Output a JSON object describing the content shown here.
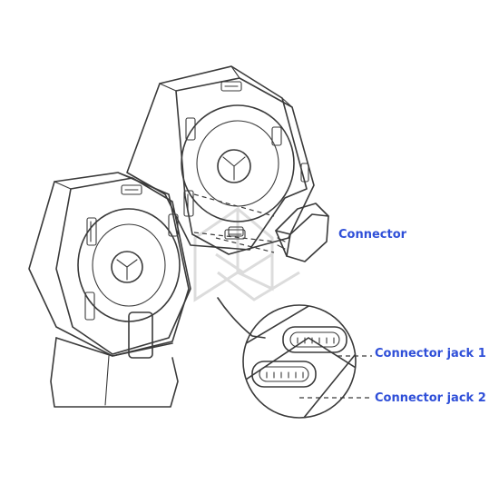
{
  "labels": {
    "connector": "Connector",
    "jack1": "Connector jack 1",
    "jack2": "Connector jack 2"
  },
  "colors": {
    "label_text": "#2f4fd8",
    "line_art": "#3a3a3a",
    "watermark": "#dcdcdc",
    "background": "#ffffff"
  }
}
